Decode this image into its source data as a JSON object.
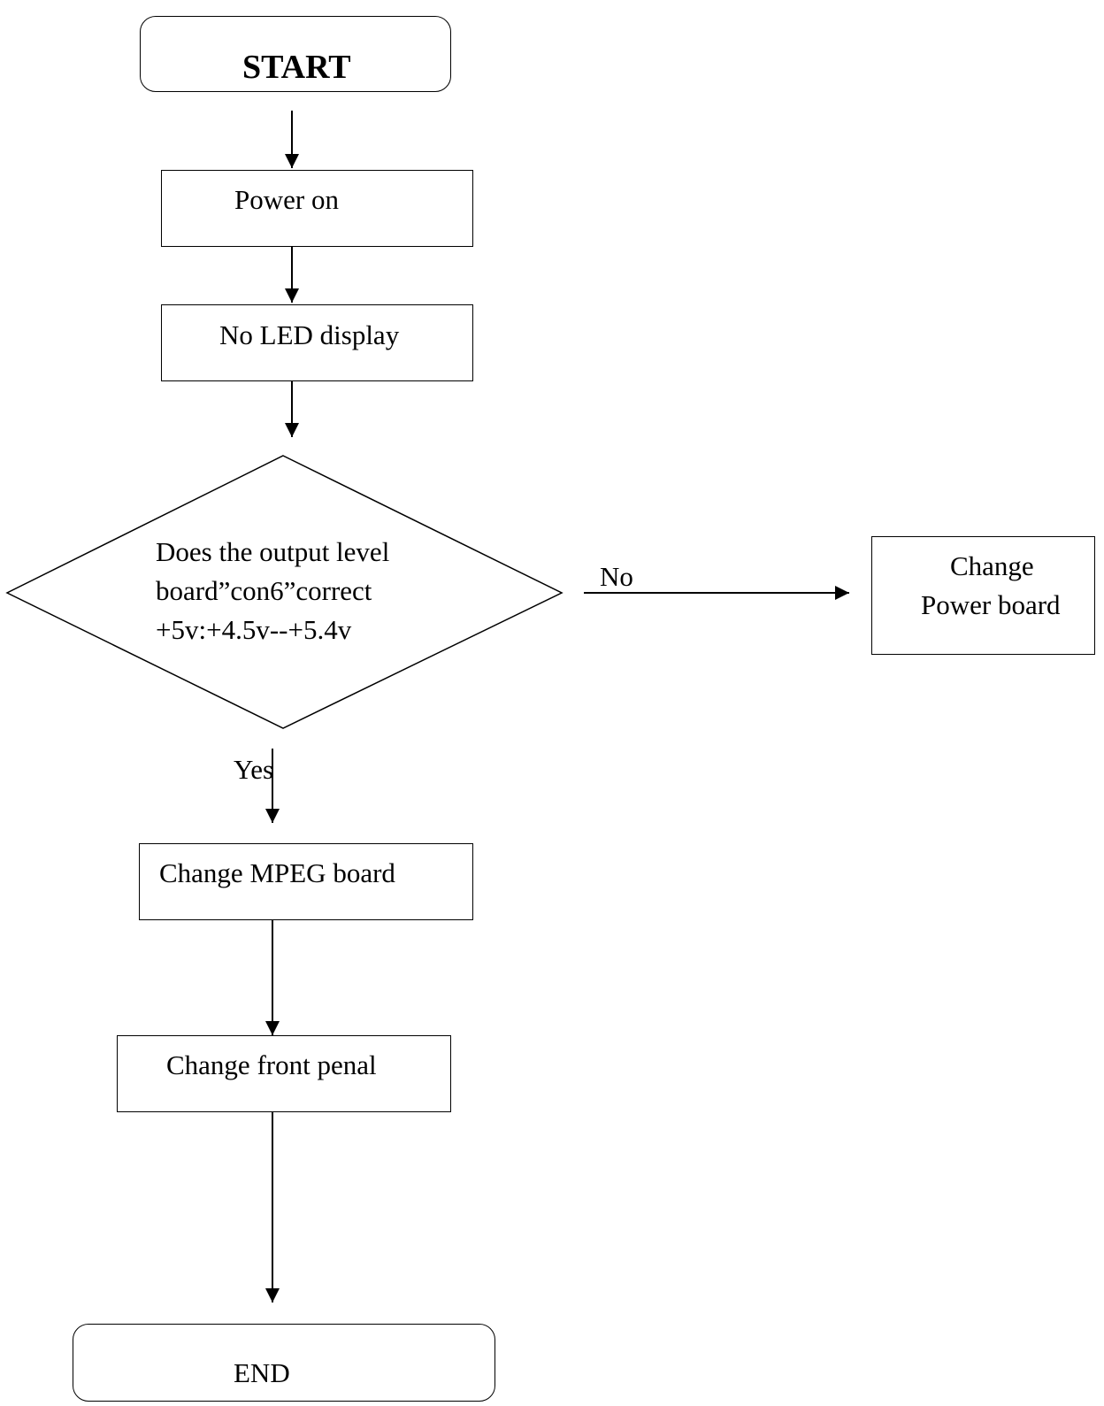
{
  "flowchart": {
    "start": "START",
    "power_on": "Power on",
    "no_led": "No LED display",
    "decision": {
      "line1": "Does the output level",
      "line2": "board”con6”correct",
      "line3": "+5v:+4.5v--+5.4v"
    },
    "no_label": "No",
    "yes_label": "Yes",
    "change_power": {
      "line1": "Change",
      "line2": "Power board"
    },
    "change_mpeg": "Change MPEG board",
    "change_front": "Change front penal",
    "end": "END"
  }
}
